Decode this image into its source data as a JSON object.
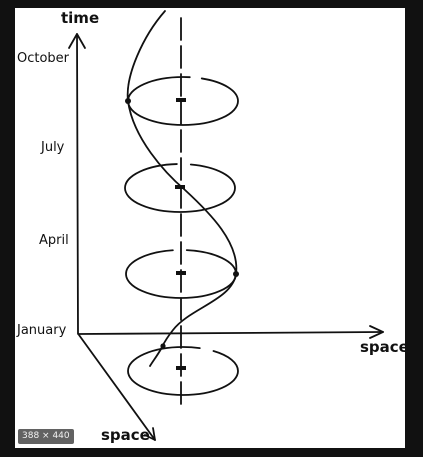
{
  "diagram": {
    "axis_time_label": "time",
    "axis_space_horizontal_label": "space",
    "axis_space_depth_label": "space",
    "months": [
      "October",
      "July",
      "April",
      "January"
    ],
    "stroke_color": "#111111",
    "background_color": "#ffffff"
  },
  "viewer": {
    "dimensions_badge": "388 × 440",
    "backdrop_color": "#111111"
  }
}
